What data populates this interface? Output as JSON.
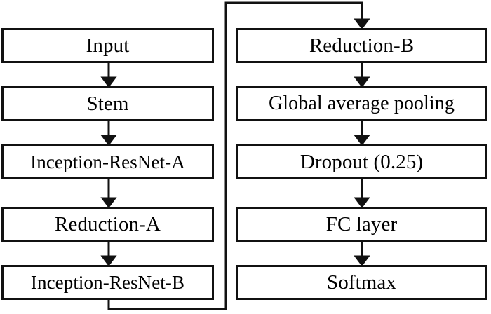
{
  "diagram": {
    "type": "flowchart",
    "orientation": "two-column-vertical",
    "title": "Inception-ResNet network architecture flowchart",
    "style": {
      "box_fill": "#ffffff",
      "box_border": "#111111",
      "arrow_color": "#111111",
      "text_color": "#000000",
      "background": "#ffffff"
    },
    "columns": [
      {
        "name": "left-column",
        "nodes": [
          {
            "id": "input",
            "label": "Input"
          },
          {
            "id": "stem",
            "label": "Stem"
          },
          {
            "id": "inception-resnet-a",
            "label": "Inception-ResNet-A"
          },
          {
            "id": "reduction-a",
            "label": "Reduction-A"
          },
          {
            "id": "inception-resnet-b",
            "label": "Inception-ResNet-B"
          }
        ]
      },
      {
        "name": "right-column",
        "nodes": [
          {
            "id": "reduction-b",
            "label": "Reduction-B"
          },
          {
            "id": "global-average-pooling",
            "label": "Global average pooling"
          },
          {
            "id": "dropout",
            "label": "Dropout (0.25)"
          },
          {
            "id": "fc-layer",
            "label": "FC layer"
          },
          {
            "id": "softmax",
            "label": "Softmax"
          }
        ]
      }
    ],
    "edges": [
      {
        "from": "input",
        "to": "stem",
        "kind": "arrow-down"
      },
      {
        "from": "stem",
        "to": "inception-resnet-a",
        "kind": "arrow-down"
      },
      {
        "from": "inception-resnet-a",
        "to": "reduction-a",
        "kind": "arrow-down"
      },
      {
        "from": "reduction-a",
        "to": "inception-resnet-b",
        "kind": "arrow-down"
      },
      {
        "from": "inception-resnet-b",
        "to": "reduction-b",
        "kind": "routed-around-top"
      },
      {
        "from": "reduction-b",
        "to": "global-average-pooling",
        "kind": "arrow-down"
      },
      {
        "from": "global-average-pooling",
        "to": "dropout",
        "kind": "arrow-down"
      },
      {
        "from": "dropout",
        "to": "fc-layer",
        "kind": "arrow-down"
      },
      {
        "from": "fc-layer",
        "to": "softmax",
        "kind": "arrow-down"
      }
    ]
  }
}
